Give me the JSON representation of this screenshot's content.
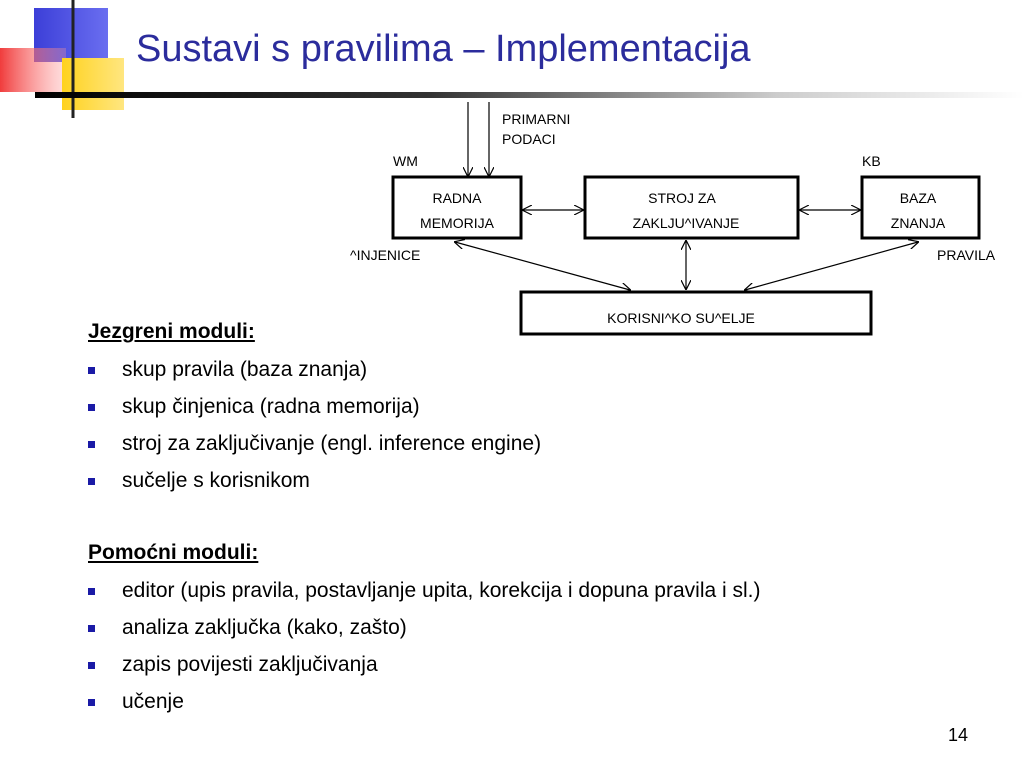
{
  "slide": {
    "title": "Sustavi s pravilima – Implementacija",
    "page_number": "14"
  },
  "diagram": {
    "label_primary_data_1": "PRIMARNI",
    "label_primary_data_2": "PODACI",
    "label_wm": "WM",
    "label_kb": "KB",
    "box_working_memory": [
      "RADNA",
      "MEMORIJA"
    ],
    "box_inference_engine": [
      "STROJ ZA",
      "ZAKLJU^IVANJE"
    ],
    "box_knowledge_base": [
      "BAZA",
      "ZNANJA"
    ],
    "label_facts": "^INJENICE",
    "label_rules": "PRAVILA",
    "box_user_interface": "KORISNI^KO SU^ELJE"
  },
  "core_modules": {
    "heading": "Jezgreni moduli:",
    "items": [
      "skup pravila (baza znanja)",
      "skup činjenica (radna memorija)",
      "stroj za zaključivanje (engl. inference engine)",
      "sučelje s korisnikom"
    ]
  },
  "aux_modules": {
    "heading": "Pomoćni moduli:",
    "items": [
      "editor (upis pravila, postavljanje upita, korekcija i dopuna pravila i sl.)",
      "analiza zaključka (kako, zašto)",
      "zapis povijesti zaključivanja",
      "učenje"
    ]
  },
  "colors": {
    "title": "#2b2c9c",
    "bullet": "#1a1aa6",
    "logo_blue": "#3c3fd8",
    "logo_red": "#f03c3c",
    "logo_yellow": "#ffd21e"
  }
}
